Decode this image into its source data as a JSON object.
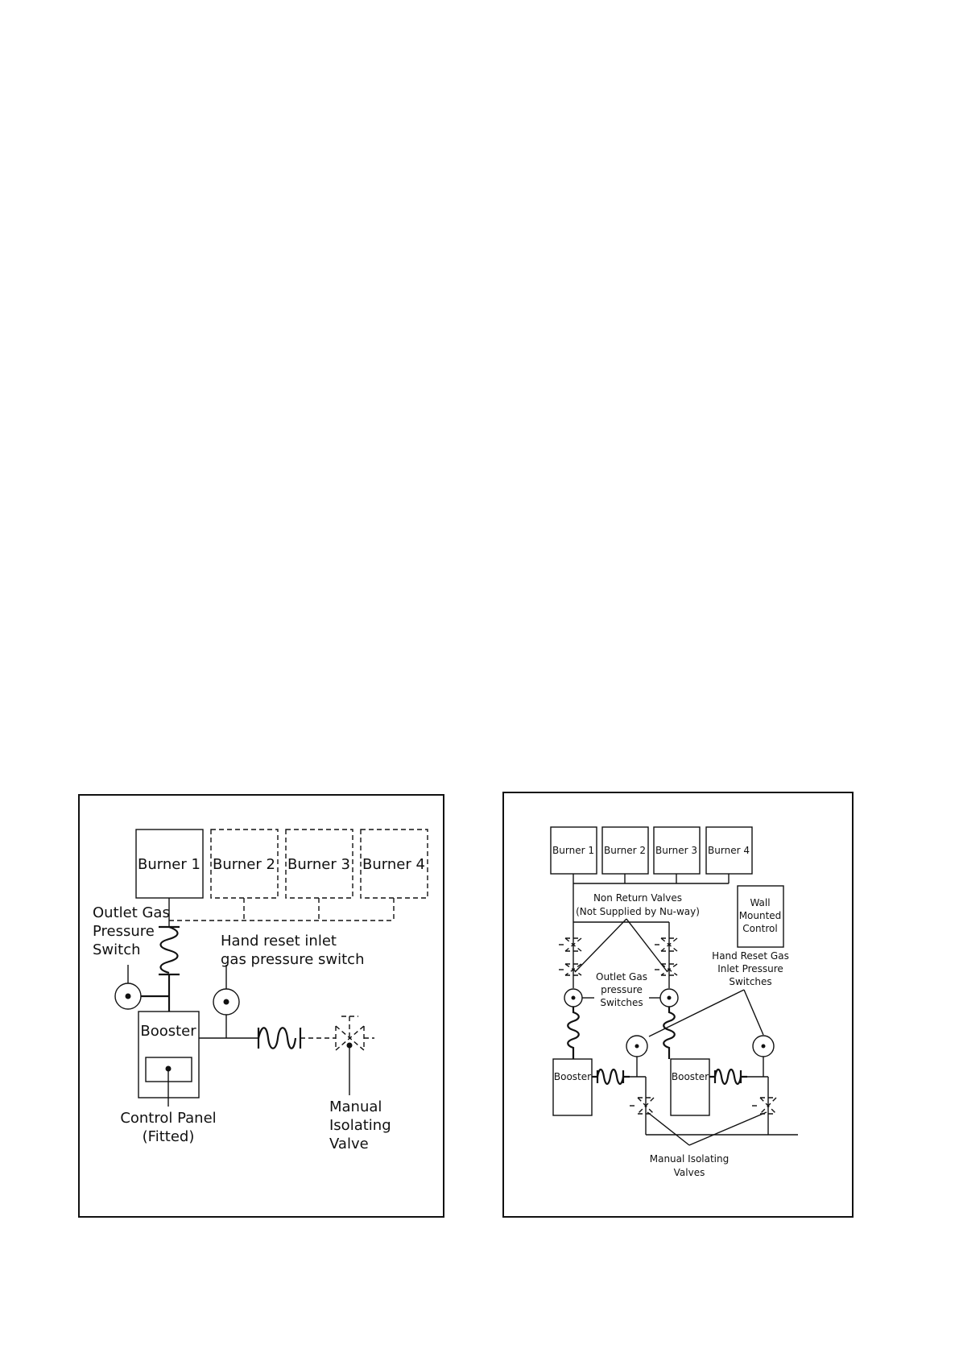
{
  "left_figure": {
    "burners": [
      "Burner 1",
      "Burner 2",
      "Burner 3",
      "Burner 4"
    ],
    "outlet_switch_label": [
      "Outlet Gas",
      "Pressure",
      "Switch"
    ],
    "inlet_switch_label": [
      "Hand reset inlet",
      "gas pressure switch"
    ],
    "booster_label": "Booster",
    "control_panel_label": [
      "Control Panel",
      "(Fitted)"
    ],
    "valve_label": [
      "Manual",
      "Isolating",
      "Valve"
    ]
  },
  "right_figure": {
    "burners": [
      "Burner 1",
      "Burner 2",
      "Burner 3",
      "Burner 4"
    ],
    "wall_control_label": [
      "Wall",
      "Mounted",
      "Control"
    ],
    "non_return_label": [
      "Non Return Valves",
      "(Not Supplied by Nu-way)"
    ],
    "outlet_switches_label": [
      "Outlet Gas",
      "pressure",
      "Switches"
    ],
    "inlet_switches_label": [
      "Hand Reset Gas",
      "Inlet Pressure",
      "Switches"
    ],
    "boosters": [
      "Booster",
      "Booster"
    ],
    "valves_label": [
      "Manual Isolating",
      "Valves"
    ]
  }
}
